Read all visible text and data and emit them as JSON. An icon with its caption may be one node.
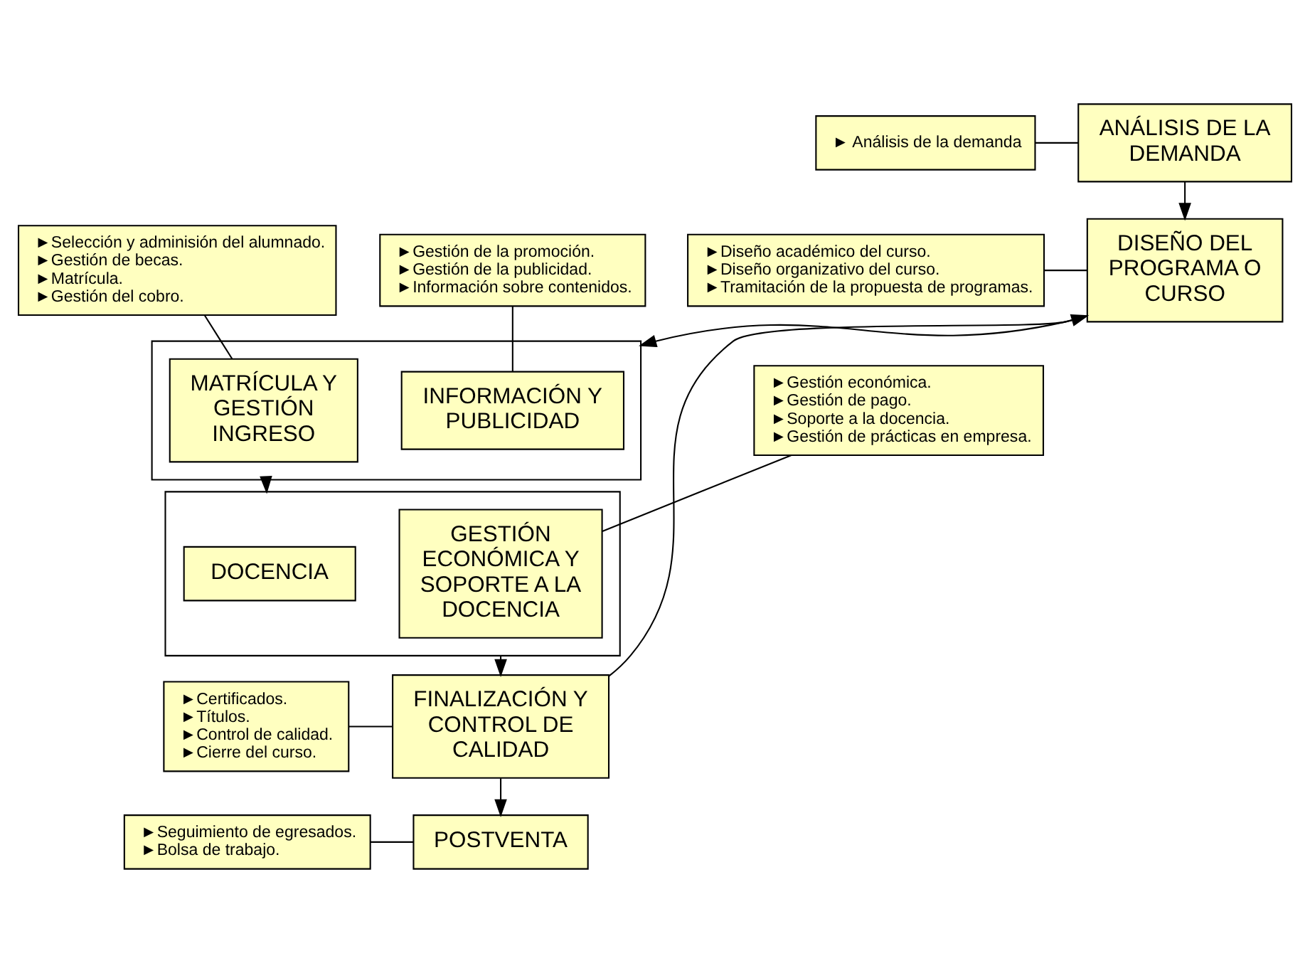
{
  "diagram": {
    "nodes": [
      {
        "text": [
          "ANÁLISIS DE LA DEMANDA"
        ]
      },
      {
        "text": [
          "► Análisis de la demanda"
        ]
      },
      {
        "text": [
          "►Gestión de la promoción.",
          "►Gestión de la publicidad.",
          "►Información sobre contenidos."
        ]
      },
      {
        "text": [
          "DISEÑO DEL PROGRAMA O CURSO"
        ]
      },
      {
        "text": [
          "►Diseño académico del curso.",
          "►Diseño organizativo del curso.",
          "►Tramitación de la propuesta de programas."
        ]
      },
      {
        "text": [],
        "shape": "box"
      },
      {
        "text": [
          "INFORMACIÓN Y PUBLICIDAD"
        ],
        "in": 5
      },
      {
        "text": [
          "MATRÍCULA Y GESTIÓN INGRESO"
        ],
        "in": 5
      },
      {
        "text": [
          "►Selección y adminisión del alumnado.",
          "►Gestión de becas.",
          "►Matrícula.",
          "►Gestión del cobro."
        ]
      },
      {
        "text": [],
        "shape": "box"
      },
      {
        "text": [
          "DOCENCIA"
        ],
        "in": 9
      },
      {
        "text": [
          "GESTIÓN ECONÓMICA Y SOPORTE A LA DOCENCIA"
        ],
        "in": 9
      },
      {
        "text": [
          "►Gestión económica.",
          "►Gestión de pago.",
          "►Soporte a la docencia.",
          "►Gestión de prácticas en empresa."
        ]
      },
      {
        "text": [
          "FINALIZACIÓN Y CONTROL DE CALIDAD"
        ]
      },
      {
        "text": [
          "►Certificados.",
          "►Títulos.",
          "►Control de calidad.",
          "►Cierre del curso."
        ]
      },
      {
        "text": [
          "POSTVENTA"
        ]
      },
      {
        "text": [
          "►Seguimiento de egresados.",
          "►Bolsa de trabajo."
        ]
      }
    ],
    "edges": [
      {
        "from": 0,
        "to": 3,
        "arrow": "to"
      },
      {
        "from": 3,
        "to": 5,
        "arrow": "to"
      },
      {
        "from": 5,
        "to": 9,
        "arrow": "to"
      },
      {
        "from": 9,
        "to": 13,
        "arrow": "to"
      },
      {
        "from": 13,
        "to": 15,
        "arrow": "to"
      },
      {
        "from": 13,
        "to": 3,
        "arrow": "to"
      },
      {
        "from": 1,
        "to": 0,
        "arrow": "none"
      },
      {
        "from": 2,
        "to": 6,
        "arrow": "none"
      },
      {
        "from": 4,
        "to": 3,
        "arrow": "none"
      },
      {
        "from": 8,
        "to": 7,
        "arrow": "none"
      },
      {
        "from": 12,
        "to": 11,
        "arrow": "none"
      },
      {
        "from": 14,
        "to": 13,
        "arrow": "none"
      },
      {
        "from": 16,
        "to": 15,
        "arrow": "none"
      }
    ]
  }
}
